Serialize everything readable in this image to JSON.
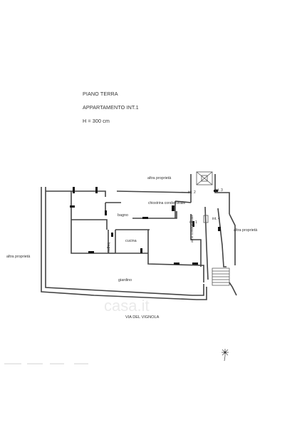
{
  "header": {
    "floor": "PIANO TERRA",
    "unit": "APPARTAMENTO INT.1",
    "height": "H = 300 cm"
  },
  "plan": {
    "other_property_top": "altra proprietà",
    "other_property_left": "altra proprietà",
    "other_property_right": "altra proprietà",
    "bathroom_1": "bagno",
    "bathroom_2": "bagno",
    "courtyard": "chiostrina condominiale",
    "kitchen": "cucina",
    "int_1": "int. 1",
    "int_2": "int. 2",
    "int_3": "int. 3",
    "int_4": "int. 4",
    "condo_stair": "atrio condominiale",
    "garden": "giardino",
    "street": "VIA DEL VIGNOLA",
    "watermark": "casa.it"
  }
}
